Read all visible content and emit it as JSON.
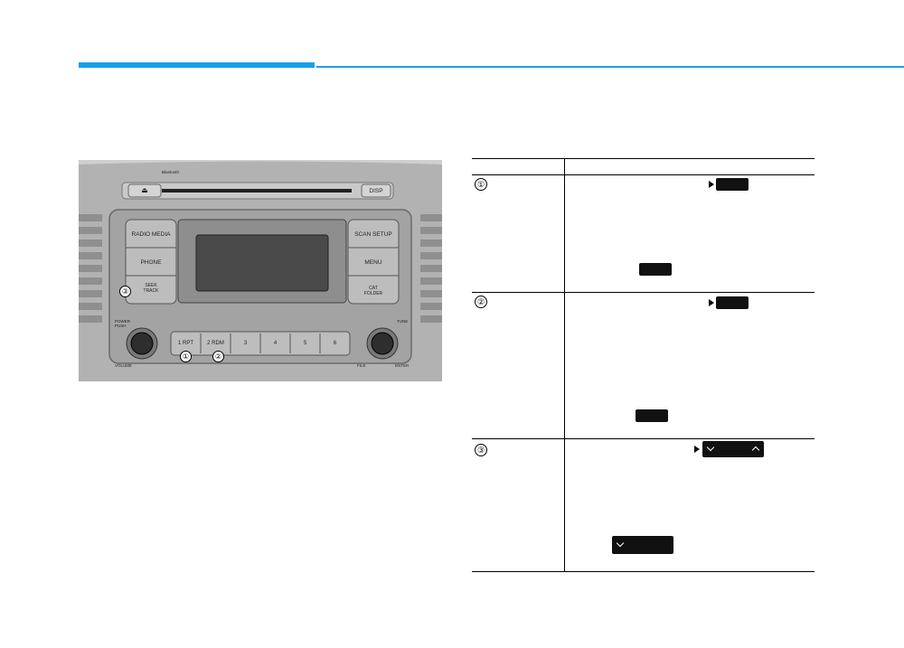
{
  "colors": {
    "accent": "#1aa0e6",
    "accent_thin": "#1aa0e6"
  },
  "radio": {
    "bluetooth": "Bluetooth",
    "buttons": {
      "radio_media": "RADIO MEDIA",
      "phone": "PHONE",
      "seek_track": "SEEK\nTRACK",
      "scan_setup": "SCAN SETUP",
      "menu": "MENU",
      "cat_folder": "CAT\nFOLDER",
      "disp": "DISP",
      "eject": "⏏"
    },
    "presets": [
      "1 RPT",
      "2 RDM",
      "3",
      "4",
      "5",
      "6"
    ],
    "knobs": {
      "power_push": "POWER\nPUSH",
      "volume": "VOLUME",
      "tune": "TUNE",
      "file": "FILE",
      "enter": "ENTER"
    },
    "callouts": [
      "①",
      "②",
      "③"
    ]
  },
  "table": {
    "rows": [
      {
        "num": "①",
        "icons": [
          "arrow-right-icon",
          "button-badge-icon",
          "button-badge-icon"
        ]
      },
      {
        "num": "②",
        "icons": [
          "arrow-right-icon",
          "button-badge-icon",
          "button-badge-icon"
        ]
      },
      {
        "num": "③",
        "icons": [
          "arrow-right-icon",
          "seek-button-badge-icon",
          "seek-down-badge-icon"
        ]
      }
    ]
  }
}
